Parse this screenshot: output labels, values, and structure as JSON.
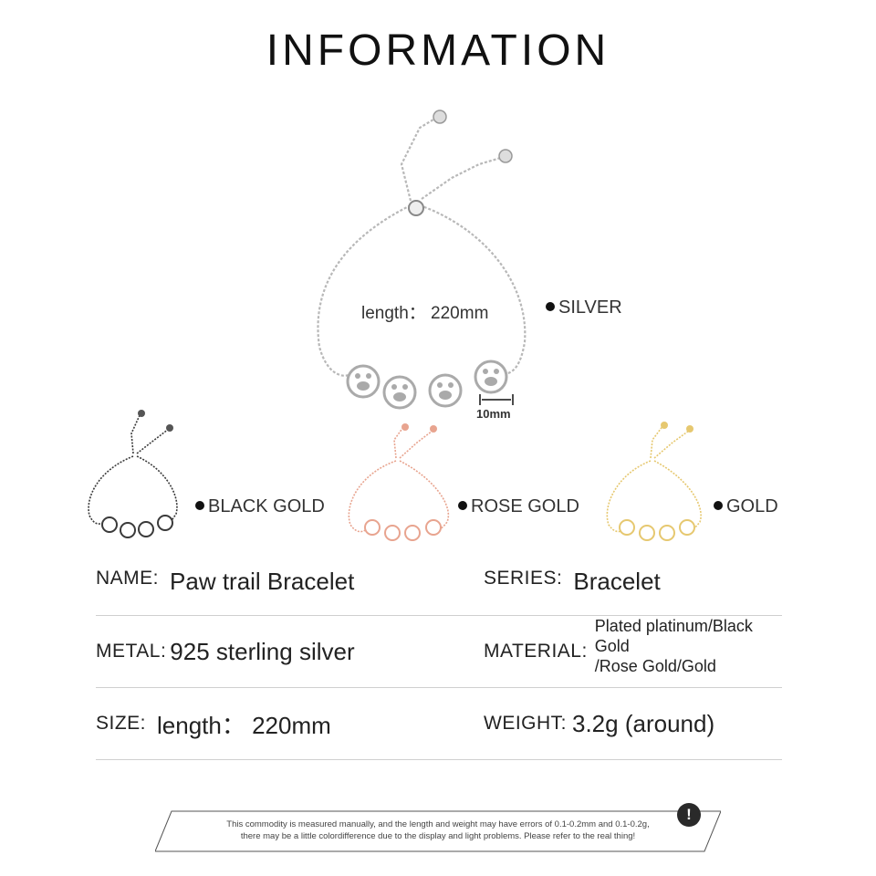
{
  "title": "INFORMATION",
  "main_bracelet": {
    "length_label": "length： 220mm",
    "color_label": "SILVER",
    "dimension_label": "10mm"
  },
  "variants": [
    {
      "label": "BLACK GOLD",
      "color": "#3a3a3a"
    },
    {
      "label": "ROSE GOLD",
      "color": "#e8a48f"
    },
    {
      "label": "GOLD",
      "color": "#e6c870"
    }
  ],
  "silver_color": "#b8b8b8",
  "specs": [
    {
      "left_key": "NAME:",
      "left_value": "Paw trail Bracelet",
      "right_key": "SERIES:",
      "right_value": "Bracelet"
    },
    {
      "left_key": "METAL:",
      "left_value": "925 sterling silver",
      "right_key": "MATERIAL:",
      "right_value": "Plated platinum/Black Gold\n/Rose Gold/Gold"
    },
    {
      "left_key": "SIZE:",
      "left_value": "length： 220mm",
      "right_key": "WEIGHT:",
      "right_value": "3.2g (around)"
    }
  ],
  "notice": {
    "line1": "This commodity is measured manually, and the length and weight may have errors of 0.1-0.2mm and 0.1-0.2g,",
    "line2": "there may be a little colordifference due to the display and light problems. Please refer to the real thing!",
    "icon": "exclamation-icon"
  }
}
